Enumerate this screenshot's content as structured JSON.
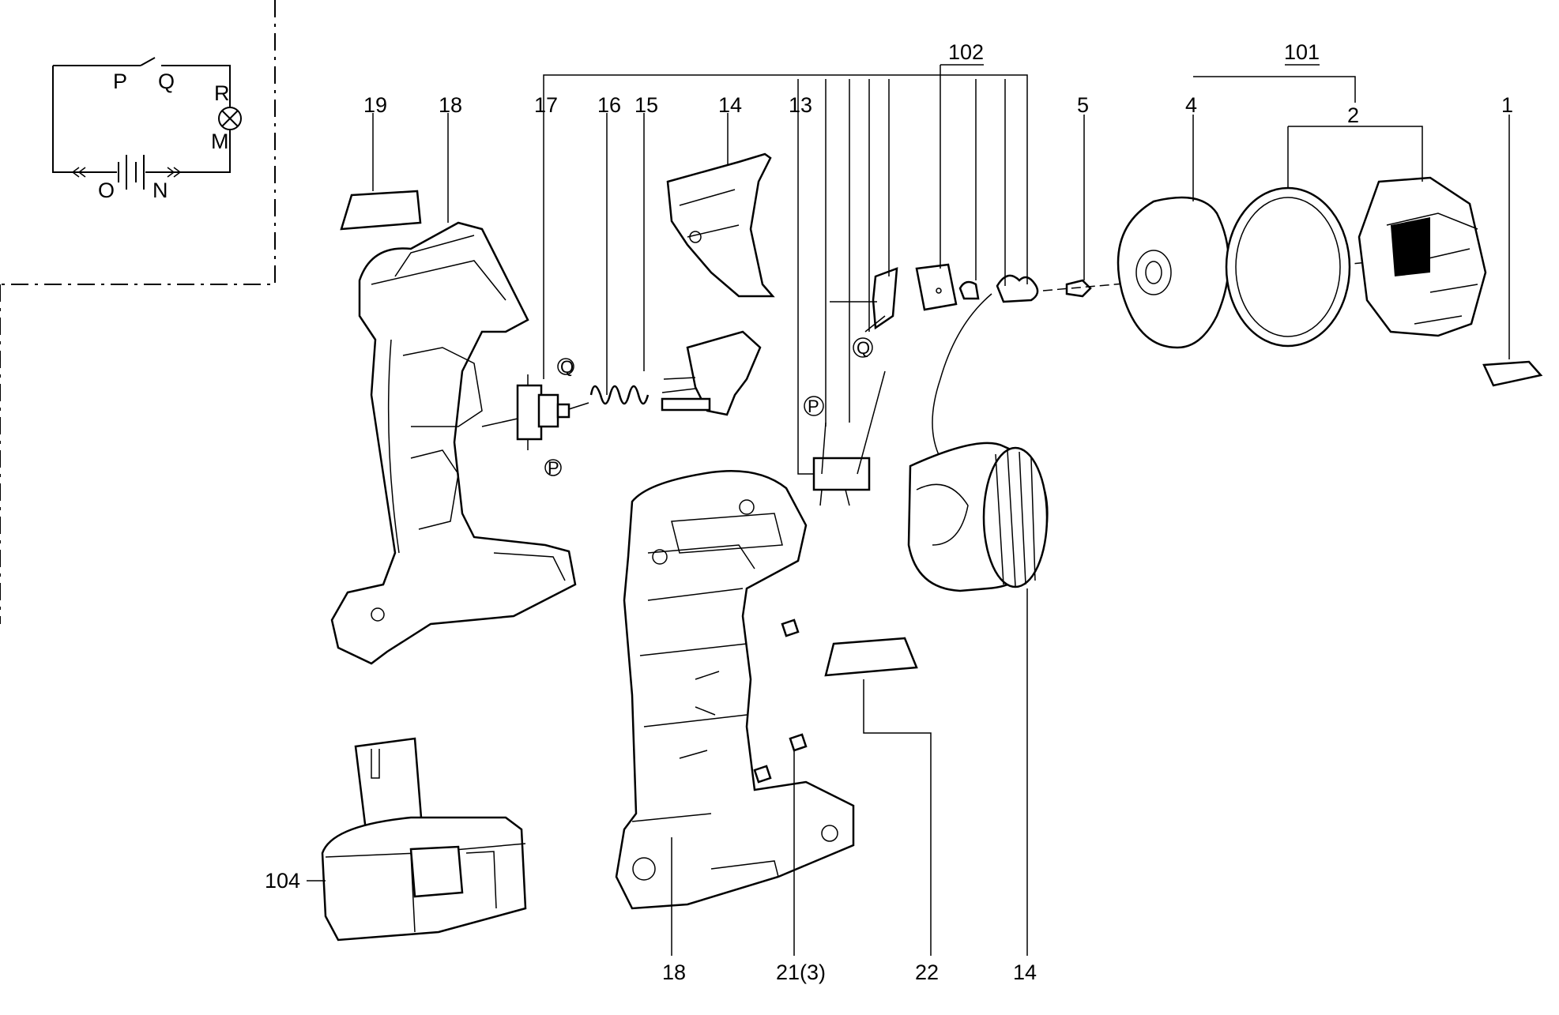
{
  "schematic": {
    "switch_left": "P",
    "switch_right": "Q",
    "lamp_top": "R",
    "lamp_bottom": "M",
    "battery_left": "O",
    "battery_right": "N"
  },
  "callouts": {
    "c19": "19",
    "c18_top": "18",
    "c17": "17",
    "c16": "16",
    "c15": "15",
    "c14_top": "14",
    "c13": "13",
    "c102": "102",
    "c5": "5",
    "c101": "101",
    "c4": "4",
    "c2": "2",
    "c1": "1",
    "c104": "104",
    "c18_bottom": "18",
    "c21": "21(3)",
    "c22": "22",
    "c14_bottom": "14"
  },
  "terminal_marks": {
    "q_switch": "Q",
    "p_switch": "P",
    "p_contact": "P",
    "q_contact": "Q"
  }
}
